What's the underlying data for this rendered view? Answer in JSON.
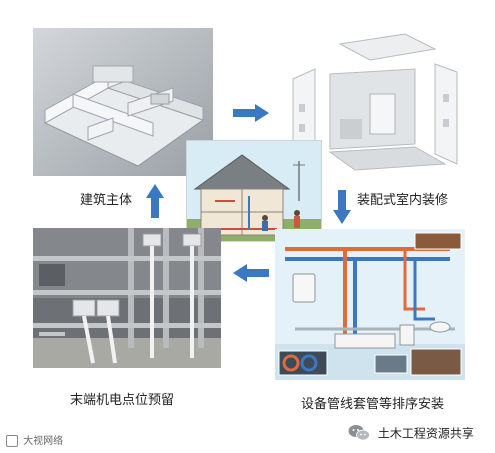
{
  "labels": {
    "building_main": "建筑主体",
    "interior_fitout": "装配式室内装修",
    "terminal_reserve": "末端机电点位预留",
    "pipe_install": "设备管线套管等排序安装"
  },
  "footer": {
    "left_watermark": "大视网络",
    "brand_name": "土木工程资源共享"
  },
  "colors": {
    "arrow_blue": "#3a78c2",
    "caption_text": "#222222"
  },
  "icons": {
    "arrow_right": "arrow-right-icon",
    "arrow_down": "arrow-down-icon",
    "arrow_left": "arrow-left-icon",
    "arrow_up": "arrow-up-icon",
    "wechat": "wechat-icon"
  }
}
